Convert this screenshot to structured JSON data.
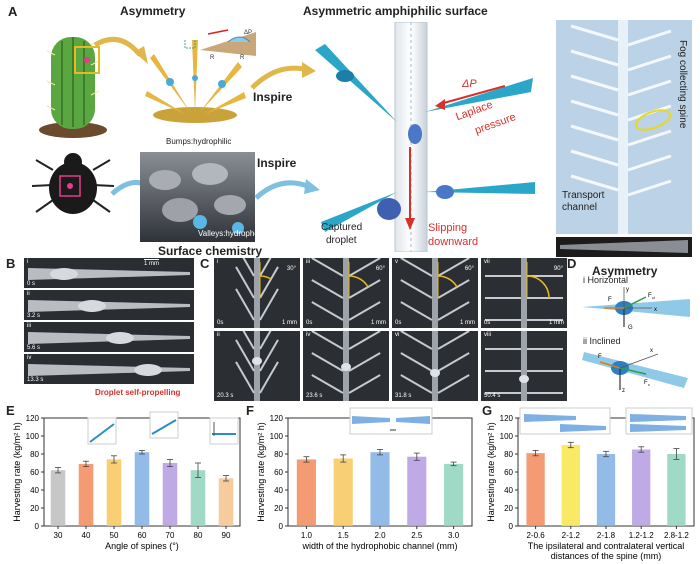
{
  "panelA": {
    "label": "A",
    "asymmetry_title": "Asymmetry",
    "asymmetric_surface_title": "Asymmetric amphiphilic surface",
    "delta_p_small": "ΔP",
    "r1": "R",
    "r2": "R",
    "inspire_top": "Inspire",
    "inspire_bottom": "Inspire",
    "bumps": "Bumps:hydrophilic",
    "valleys": "Valleys:hydrophobic",
    "surface_chemistry": "Surface chemistry",
    "delta_p": "ΔP",
    "laplace": "Laplace",
    "pressure": "pressure",
    "captured": "Captured",
    "droplet": "droplet",
    "slipping": "Slipping",
    "downward": "downward",
    "fog": "Fog collecting spine",
    "transport1": "Transport",
    "transport2": "channel",
    "asymmetry_right": "Asymmetry"
  },
  "panelB": {
    "label": "B",
    "scale": "1 mm",
    "frames": [
      {
        "idx": "i",
        "time": "0 s"
      },
      {
        "idx": "ii",
        "time": "3.2 s"
      },
      {
        "idx": "iii",
        "time": "5.6 s"
      },
      {
        "idx": "iv",
        "time": "13.3 s"
      }
    ],
    "caption": "Droplet self-propelling"
  },
  "panelC": {
    "label": "C",
    "top": [
      {
        "idx": "i",
        "time": "0s",
        "angle": "30°",
        "scale": "1 mm"
      },
      {
        "idx": "iii",
        "time": "0s",
        "angle": "60°",
        "scale": "1 mm"
      },
      {
        "idx": "v",
        "time": "0s",
        "angle": "60°",
        "scale": "1 mm"
      },
      {
        "idx": "vii",
        "time": "0s",
        "angle": "90°",
        "scale": "1 mm"
      }
    ],
    "bottom": [
      {
        "idx": "ii",
        "time": "20.3 s"
      },
      {
        "idx": "iv",
        "time": "23.6 s"
      },
      {
        "idx": "vi",
        "time": "31.8 s"
      },
      {
        "idx": "viii",
        "time": "50.4 s"
      }
    ]
  },
  "panelD": {
    "label": "D",
    "horizontal_idx": "i",
    "horizontal": "Horizontal",
    "inclined_idx": "ii",
    "inclined": "Inclined",
    "y": "y",
    "x": "x",
    "z": "z",
    "g": "G",
    "f": "F",
    "fcl": "F",
    "fcl_sub": "cl",
    "fc": "F",
    "fc_sub": "c"
  },
  "chartE": {
    "label": "E",
    "xlabel": "Angle of spines (°)",
    "ylabel": "Harvesting rate (kg/m² h)"
  },
  "chartF": {
    "label": "F",
    "xlabel": "width of the hydrophobic channel (mm)",
    "ylabel": "Harvesting rate (kg/m² h)"
  },
  "chartG": {
    "label": "G",
    "xlabel": "The ipsilateral and contralateral vertical",
    "xlabel2": "distances of the spine (mm)",
    "ylabel": "Harvesting rate (kg/m² h)"
  },
  "chart_data": [
    {
      "type": "bar",
      "categories": [
        "30",
        "40",
        "50",
        "60",
        "70",
        "80",
        "90"
      ],
      "values": [
        62,
        69,
        74,
        82,
        70,
        62,
        53
      ],
      "errors": [
        3,
        3,
        4,
        2,
        4,
        8,
        3
      ],
      "colors": [
        "#bdbdbd",
        "#f28a5c",
        "#f7c85a",
        "#7fb0e3",
        "#b49be0",
        "#8fd3bd",
        "#f5c38e"
      ],
      "xlabel": "Angle of spines (°)",
      "ylabel": "Harvesting rate (kg/m² h)",
      "ylim": [
        0,
        120
      ],
      "yticks": [
        0,
        20,
        40,
        60,
        80,
        100,
        120
      ]
    },
    {
      "type": "bar",
      "categories": [
        "1.0",
        "1.5",
        "2.0",
        "2.5",
        "3.0"
      ],
      "values": [
        74,
        75,
        82,
        77,
        69
      ],
      "errors": [
        3,
        4,
        3,
        4,
        2
      ],
      "colors": [
        "#f28a5c",
        "#f7c85a",
        "#7fb0e3",
        "#b49be0",
        "#8fd3bd"
      ],
      "xlabel": "width of the hydrophobic channel (mm)",
      "ylabel": "Harvesting rate (kg/m² h)",
      "ylim": [
        0,
        120
      ],
      "yticks": [
        0,
        20,
        40,
        60,
        80,
        100,
        120
      ]
    },
    {
      "type": "bar",
      "categories": [
        "2-0.6",
        "2-1.2",
        "2-1.8",
        "1.2-1.2",
        "2.8-1.2"
      ],
      "values": [
        81,
        90,
        80,
        85,
        80
      ],
      "errors": [
        3,
        3,
        3,
        3,
        6
      ],
      "colors": [
        "#f28a5c",
        "#f7e64a",
        "#7fb0e3",
        "#b49be0",
        "#8fd3bd"
      ],
      "xlabel": "The ipsilateral and contralateral vertical distances of the spine (mm)",
      "ylabel": "Harvesting rate (kg/m² h)",
      "ylim": [
        0,
        120
      ],
      "yticks": [
        0,
        20,
        40,
        60,
        80,
        100,
        120
      ]
    }
  ]
}
